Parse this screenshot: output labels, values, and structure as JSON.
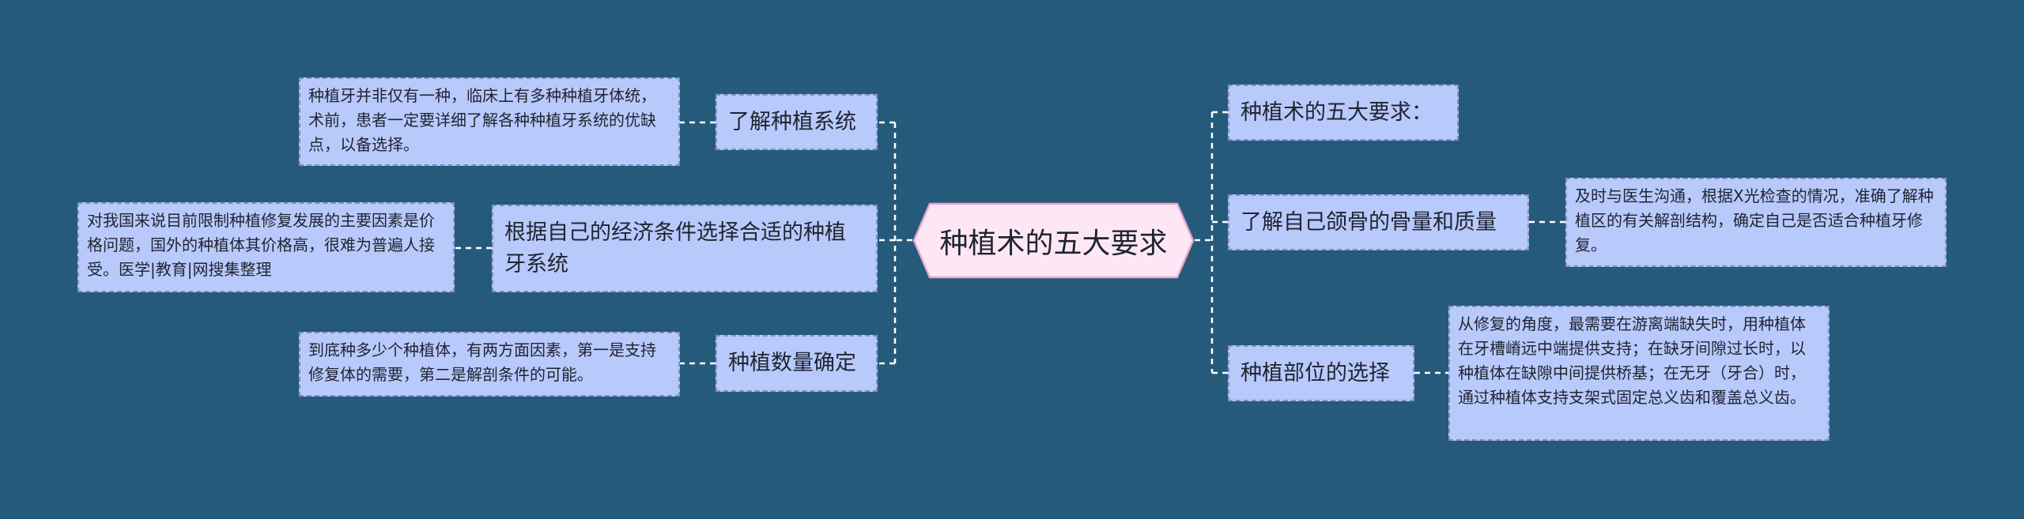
{
  "root": {
    "label": "种植术的五大要求"
  },
  "left_branches": [
    {
      "label": "了解种植系统",
      "note": "种植牙并非仅有一种，临床上有多种种植牙体统，术前，患者一定要详细了解各种种植牙系统的优缺点，以备选择。"
    },
    {
      "label": "根据自己的经济条件选择合适的种植牙系统",
      "note": "对我国来说目前限制种植修复发展的主要因素是价格问题，国外的种植体其价格高，很难为普遍人接受。医学|教育|网搜集整理"
    },
    {
      "label": "种植数量确定",
      "note": "到底种多少个种植体，有两方面因素，第一是支持修复体的需要，第二是解剖条件的可能。"
    }
  ],
  "right_branches": [
    {
      "label": "种植术的五大要求："
    },
    {
      "label": "了解自己颌骨的骨量和质量",
      "note": "及时与医生沟通，根据X光检查的情况，准确了解种植区的有关解剖结构，确定自己是否适合种植牙修复。"
    },
    {
      "label": "种植部位的选择",
      "note": "从修复的角度，最需要在游离端缺失时，用种植体在牙槽嵴远中端提供支持；在缺牙间隙过长时，以种植体在缺隙中间提供桥基；在无牙（牙合）时，通过种植体支持支架式固定总义齿和覆盖总义齿。"
    }
  ],
  "colors": {
    "background": "#265a7a",
    "node_fill": "#b8c9fb",
    "node_border": "#7c8fc8",
    "root_fill": "#fde7f4",
    "root_border": "#e9a8cf",
    "connector": "#ffffff"
  }
}
